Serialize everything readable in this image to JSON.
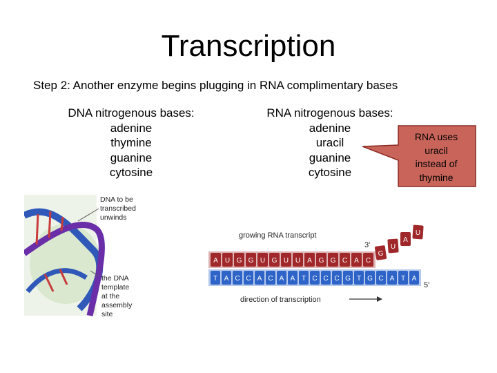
{
  "slide": {
    "title": "Transcription",
    "step": "Step 2: Another enzyme begins plugging in RNA complimentary bases"
  },
  "dna_column": {
    "heading": "DNA nitrogenous bases:",
    "bases": [
      "adenine",
      "thymine",
      "guanine",
      "cytosine"
    ]
  },
  "rna_column": {
    "heading": "RNA nitrogenous bases:",
    "bases": [
      "adenine",
      "uracil",
      "guanine",
      "cytosine"
    ]
  },
  "callout": {
    "lines": [
      "RNA uses",
      "uracil",
      "instead of",
      "thymine"
    ],
    "fill": "#c8645a",
    "stroke": "#8a2a22"
  },
  "left_figure": {
    "label_unwinds": [
      "DNA to be",
      "transcribed",
      "unwinds"
    ],
    "label_template": [
      "the DNA",
      "template",
      "at the",
      "assembly",
      "site"
    ]
  },
  "right_figure": {
    "label_growing": "growing RNA transcript",
    "label_direction": "direction of transcription",
    "label_3prime": "3'",
    "label_5prime": "5'",
    "rna_strand": [
      "A",
      "U",
      "G",
      "G",
      "U",
      "G",
      "U",
      "U",
      "A",
      "G",
      "G",
      "C",
      "A",
      "C"
    ],
    "dna_strand": [
      "T",
      "A",
      "C",
      "C",
      "A",
      "C",
      "A",
      "A",
      "T",
      "C",
      "C",
      "C",
      "G",
      "T",
      "G",
      "C",
      "A",
      "T",
      "A"
    ],
    "incoming_bases": [
      "G",
      "U",
      "A",
      "U"
    ],
    "rna_color": "#a0282a",
    "dna_color": "#2e64c8"
  }
}
